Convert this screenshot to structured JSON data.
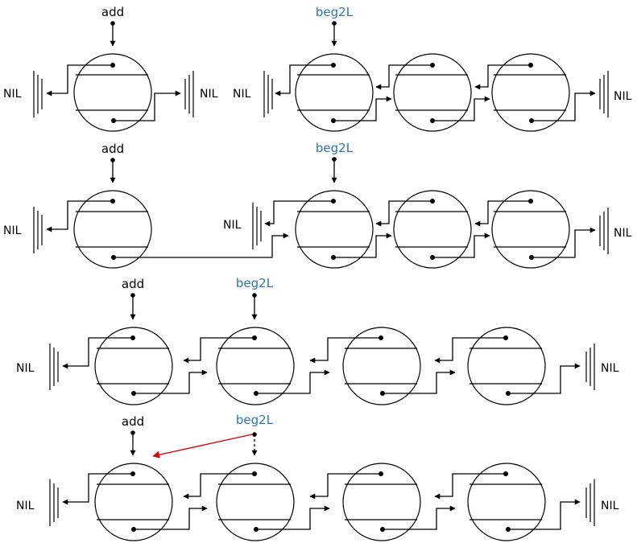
{
  "labels": {
    "add": "add",
    "beg": "beg2L",
    "nil": "NIL"
  },
  "colors": {
    "line": "#000000",
    "pointer_label": "#2e75b6",
    "highlight_arrow": "#e00000",
    "background": "#ffffff"
  }
}
